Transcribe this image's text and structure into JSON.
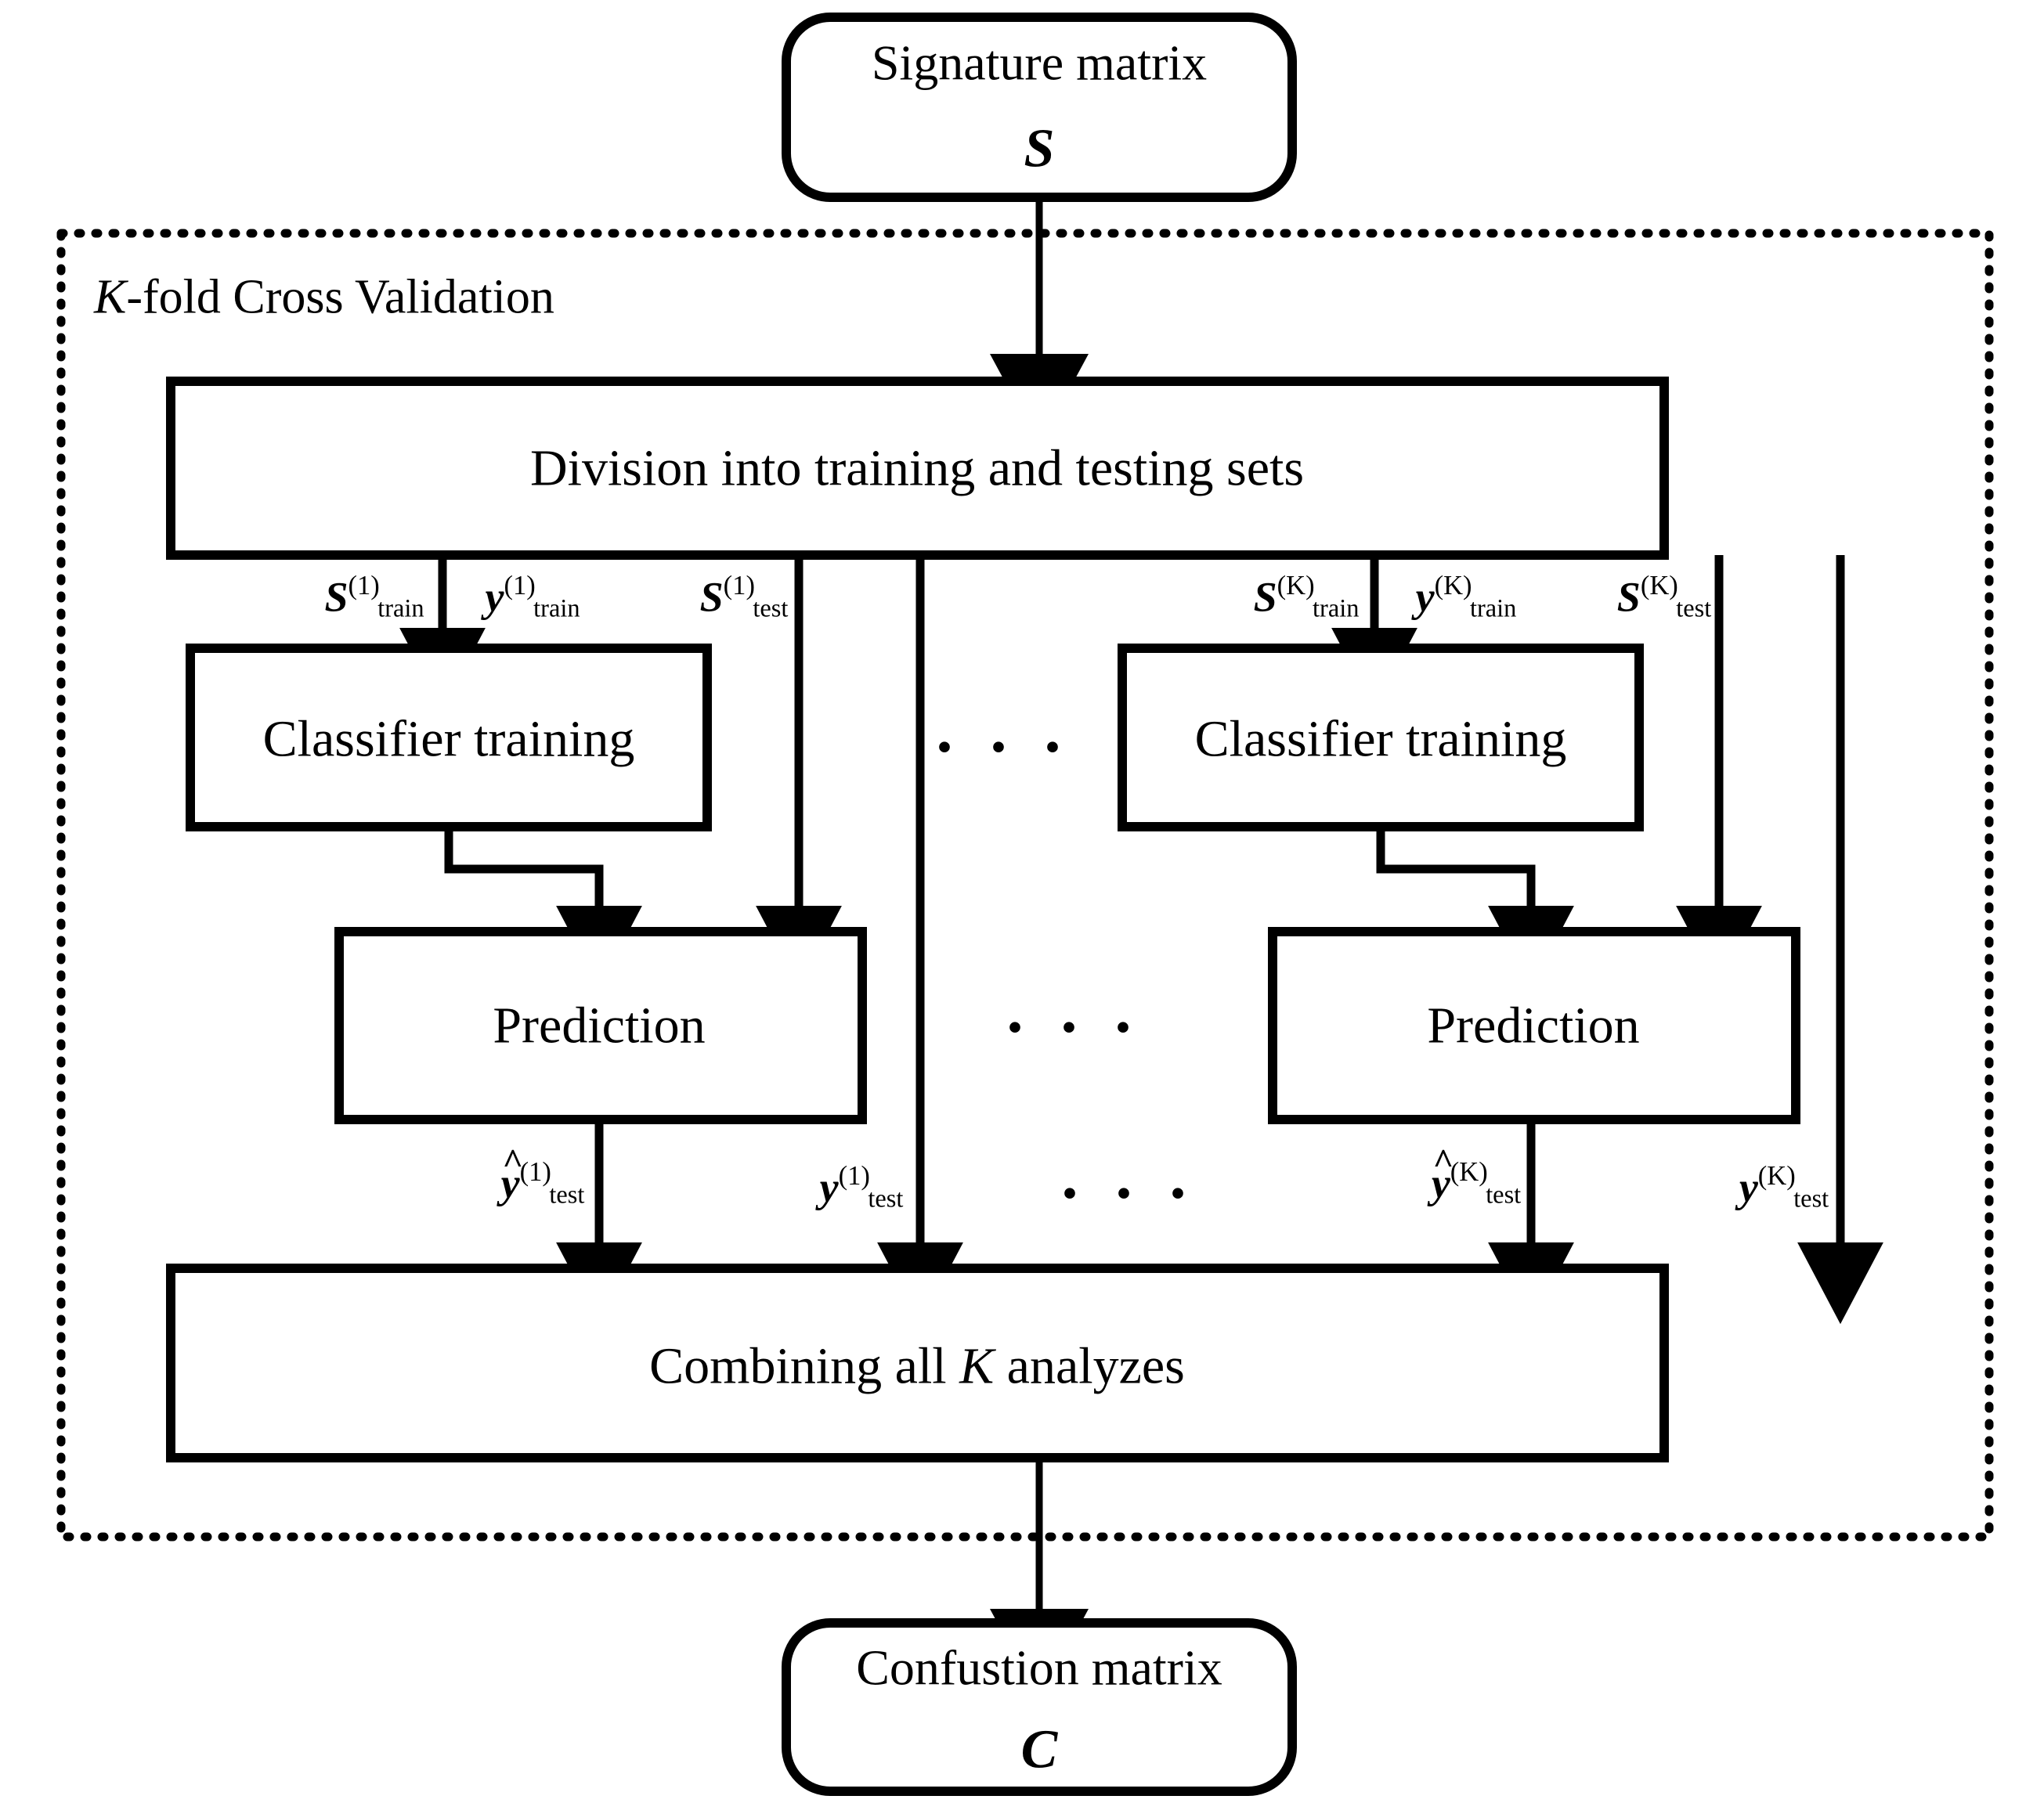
{
  "diagram": {
    "title_top_node": {
      "line1": "Signature matrix",
      "line2": "S"
    },
    "title_bottom_node": {
      "line1": "Confustion matrix",
      "line2": "C"
    },
    "group": {
      "label_italic": "K",
      "label_rest": "-fold Cross Validation"
    },
    "boxes": {
      "division": "Division into training and testing sets",
      "classifier_left": "Classifier training",
      "classifier_right": "Classifier training",
      "prediction_left": "Prediction",
      "prediction_right": "Prediction",
      "combining_pre": "Combining all ",
      "combining_italic": "K",
      "combining_post": " analyzes"
    },
    "ellipsis": {
      "row_classifier": "· · ·",
      "row_prediction": "· · ·",
      "row_labels": "· · ·"
    },
    "edge_labels": {
      "s_train_1": {
        "sym": "S",
        "sup": "(1)",
        "sub": "train",
        "hat": false
      },
      "y_train_1": {
        "sym": "y",
        "sup": "(1)",
        "sub": "train",
        "hat": false
      },
      "s_test_1": {
        "sym": "S",
        "sup": "(1)",
        "sub": "test",
        "hat": false
      },
      "s_train_K": {
        "sym": "S",
        "sup": "(K)",
        "sub": "train",
        "hat": false
      },
      "y_train_K": {
        "sym": "y",
        "sup": "(K)",
        "sub": "train",
        "hat": false
      },
      "s_test_K": {
        "sym": "S",
        "sup": "(K)",
        "sub": "test",
        "hat": false
      },
      "yhat_test_1": {
        "sym": "y",
        "sup": "(1)",
        "sub": "test",
        "hat": true
      },
      "y_test_1": {
        "sym": "y",
        "sup": "(1)",
        "sub": "test",
        "hat": false
      },
      "yhat_test_K": {
        "sym": "y",
        "sup": "(K)",
        "sub": "test",
        "hat": true
      },
      "y_test_K": {
        "sym": "y",
        "sup": "(K)",
        "sub": "test",
        "hat": false
      }
    },
    "colors": {
      "stroke": "#000000",
      "background": "#ffffff"
    }
  }
}
